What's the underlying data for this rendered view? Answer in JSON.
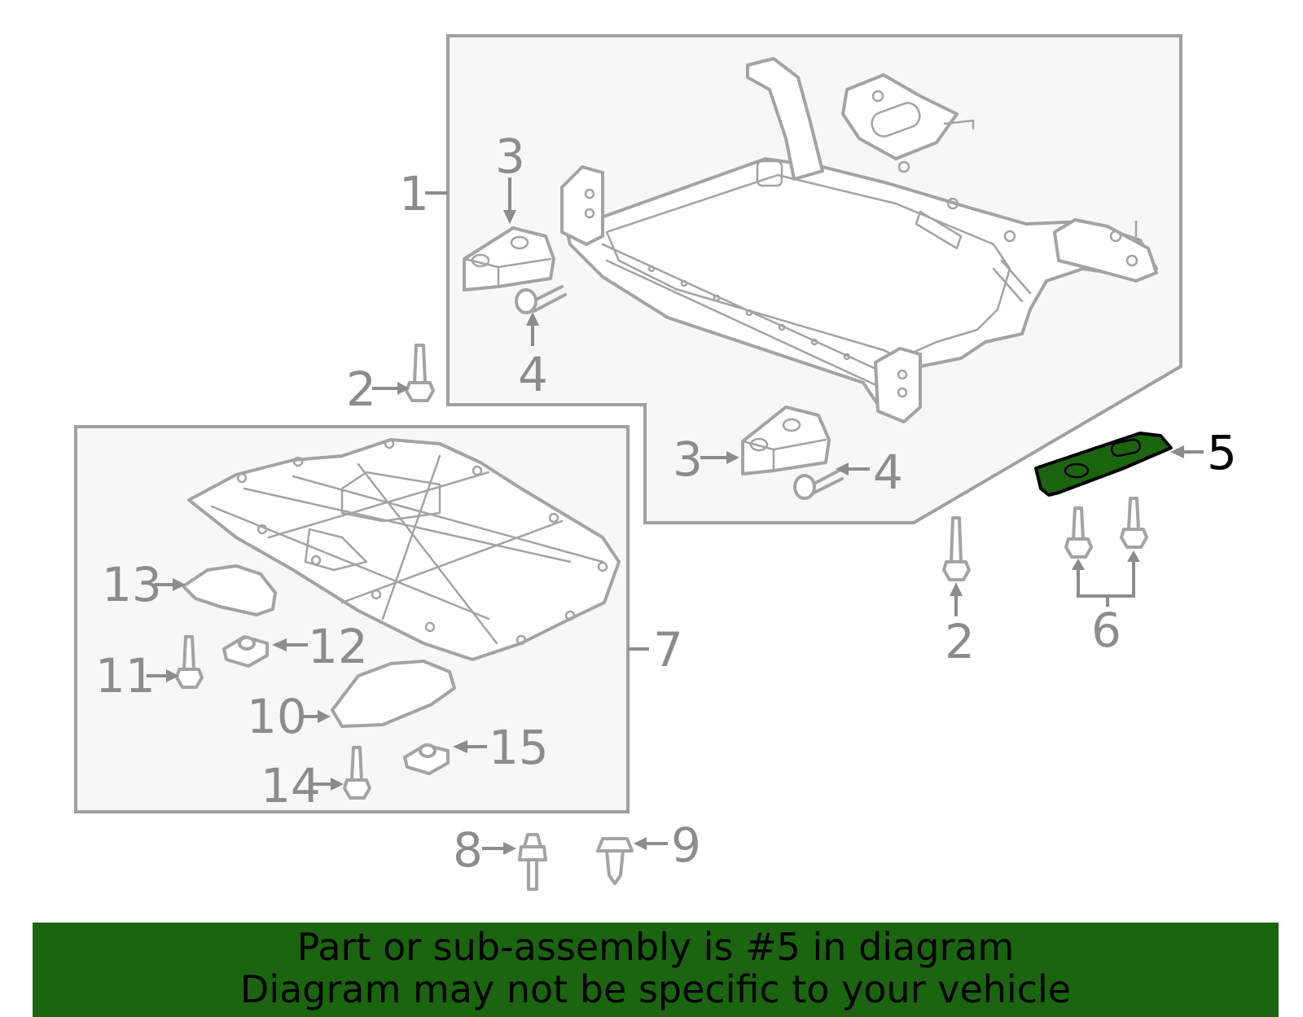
{
  "diagram": {
    "callouts": [
      {
        "id": "1",
        "label": "1"
      },
      {
        "id": "2a",
        "label": "2"
      },
      {
        "id": "2b",
        "label": "2"
      },
      {
        "id": "3a",
        "label": "3"
      },
      {
        "id": "3b",
        "label": "3"
      },
      {
        "id": "4a",
        "label": "4"
      },
      {
        "id": "4b",
        "label": "4"
      },
      {
        "id": "5",
        "label": "5"
      },
      {
        "id": "6",
        "label": "6"
      },
      {
        "id": "7",
        "label": "7"
      },
      {
        "id": "8",
        "label": "8"
      },
      {
        "id": "9",
        "label": "9"
      },
      {
        "id": "10",
        "label": "10"
      },
      {
        "id": "11",
        "label": "11"
      },
      {
        "id": "12",
        "label": "12"
      },
      {
        "id": "13",
        "label": "13"
      },
      {
        "id": "14",
        "label": "14"
      },
      {
        "id": "15",
        "label": "15"
      }
    ],
    "highlighted_part": "5",
    "colors": {
      "highlight": "#1b6410",
      "banner": "#1b6410",
      "line": "#a3a3a3",
      "label": "#8c8c8c",
      "box_fill": "#f7f7f7"
    }
  },
  "banner": {
    "line1": "Part or sub-assembly is #5 in diagram",
    "line2": "Diagram may not be specific to your vehicle"
  }
}
